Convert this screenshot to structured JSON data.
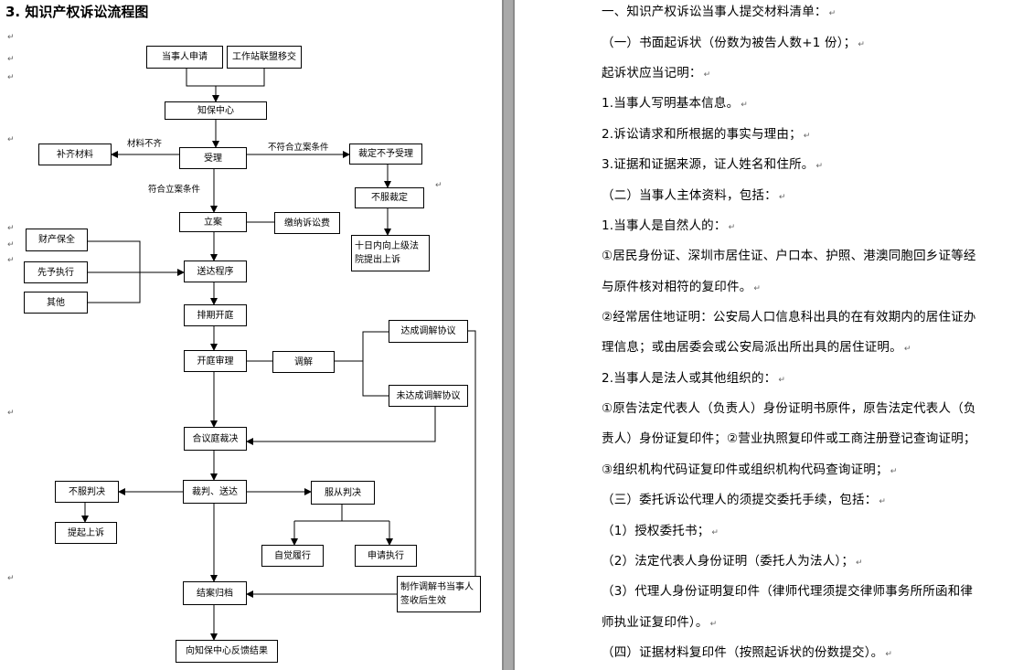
{
  "left": {
    "title": "3. 知识产权诉讼流程图",
    "boxes": {
      "party_apply": "当事人申请",
      "station_transfer": "工作站联盟移交",
      "ip_center": "知保中心",
      "accept": "受理",
      "supplement": "补齐材料",
      "reject_ruling": "裁定不予受理",
      "disagree_ruling": "不服裁定",
      "appeal_ten_days": "十日内向上级法院提出上诉",
      "file_case": "立案",
      "pay_fee": "缴纳诉讼费",
      "property_preservation": "财产保全",
      "advance_execution": "先予执行",
      "other": "其他",
      "serve_procedure": "送达程序",
      "schedule_hearing": "排期开庭",
      "court_trial": "开庭审理",
      "mediation": "调解",
      "mediation_reached": "达成调解协议",
      "mediation_not_reached": "未达成调解协议",
      "collegial_ruling": "合议庭裁决",
      "judgment_serve": "裁判、送达",
      "disagree_judgment": "不服判决",
      "accept_judgment": "服从判决",
      "file_appeal": "提起上诉",
      "voluntary_perform": "自觉履行",
      "apply_execution": "申请执行",
      "mediation_document": "制作调解书当事人签收后生效",
      "close_archive": "结案归档",
      "feedback_center": "向知保中心反馈结果"
    },
    "edge_labels": {
      "incomplete": "材料不齐",
      "not_meet": "不符合立案条件",
      "meet": "符合立案条件"
    }
  },
  "right": {
    "lines": [
      "一、知识产权诉讼当事人提交材料清单：",
      "（一）书面起诉状（份数为被告人数+1 份）；",
      "起诉状应当记明：",
      "1.当事人写明基本信息。",
      "2.诉讼请求和所根据的事实与理由；",
      "3.证据和证据来源，证人姓名和住所。",
      "（二）当事人主体资料，包括：",
      "1.当事人是自然人的：",
      "①居民身份证、深圳市居住证、户口本、护照、港澳同胞回乡证等经",
      "与原件核对相符的复印件。",
      "②经常居住地证明：公安局人口信息科出具的在有效期内的居住证办",
      "理信息；或由居委会或公安局派出所出具的居住证明。",
      "2.当事人是法人或其他组织的：",
      "①原告法定代表人（负责人）身份证明书原件，原告法定代表人（负",
      "责人）身份证复印件；②营业执照复印件或工商注册登记查询证明；",
      "③组织机构代码证复印件或组织机构代码查询证明；",
      "（三）委托诉讼代理人的须提交委托手续，包括：",
      "（1）授权委托书；",
      "（2）法定代表人身份证明（委托人为法人）；",
      "（3）代理人身份证明复印件（律师代理须提交律师事务所所函和律",
      "师执业证复印件）。",
      "（四）证据材料复印件（按照起诉状的份数提交）。"
    ]
  }
}
